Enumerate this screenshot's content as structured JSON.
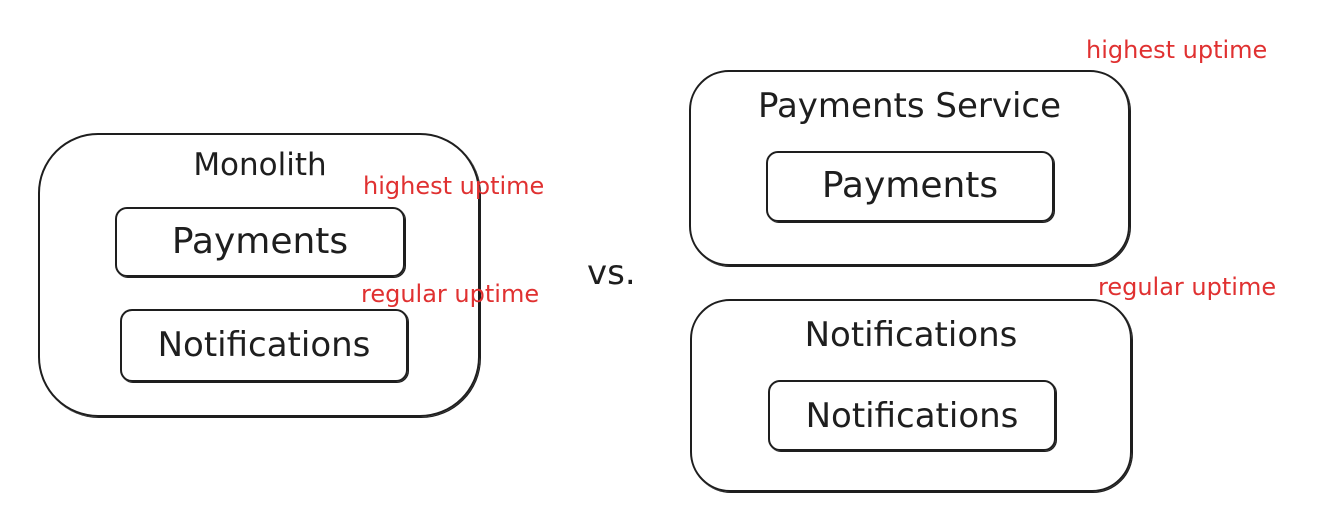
{
  "colors": {
    "stroke": "#1e1e1e",
    "annotation": "#e03131",
    "background": "#ffffff"
  },
  "monolith": {
    "title": "Monolith",
    "payments_label": "Payments",
    "notifications_label": "Notifications",
    "payments_note": "highest uptime",
    "notifications_note": "regular uptime"
  },
  "comparison_label": "vs.",
  "payments_service": {
    "title": "Payments Service",
    "inner_label": "Payments",
    "note": "highest uptime"
  },
  "notifications_service": {
    "title": "Notifications",
    "inner_label": "Notifications",
    "note": "regular uptime"
  }
}
